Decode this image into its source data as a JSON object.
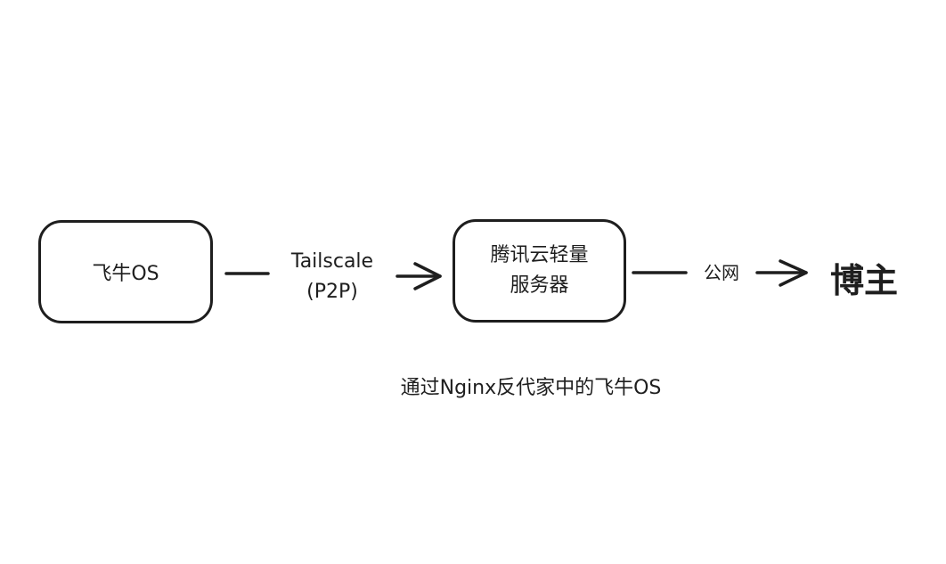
{
  "nodes": {
    "fnos": "飞牛OS",
    "tencent_line1": "腾讯云轻量",
    "tencent_line2": "服务器",
    "blogger": "博主"
  },
  "edges": {
    "tailscale_line1": "Tailscale",
    "tailscale_line2": "(P2P)",
    "public_net": "公网"
  },
  "caption": "通过Nginx反代家中的飞牛OS"
}
